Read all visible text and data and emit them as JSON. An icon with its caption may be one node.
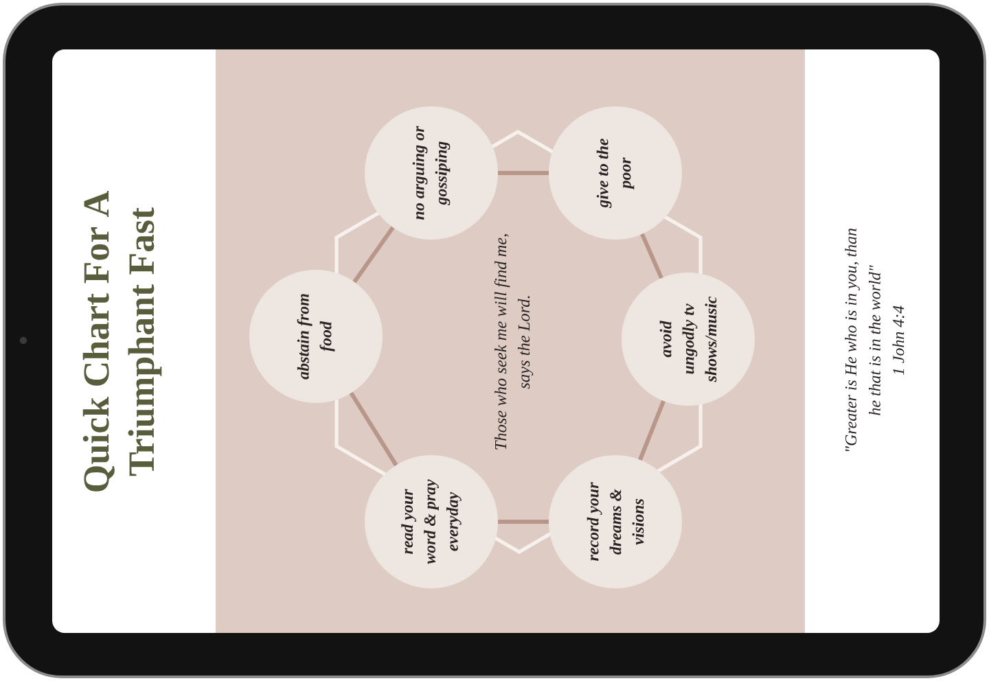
{
  "diagram": {
    "title": "Quick Chart For A Triumphant Fast",
    "nodes": [
      {
        "text": [
          "abstain from food"
        ]
      },
      {
        "text": [
          "no arguing or gossiping"
        ]
      },
      {
        "text": [
          "give to the poor"
        ]
      },
      {
        "text": [
          "avoid ungodly tv shows/music"
        ]
      },
      {
        "text": [
          "record your dreams & visions"
        ]
      },
      {
        "text": [
          "read your word & pray everyday"
        ]
      }
    ],
    "edges": [
      {
        "from": 0,
        "to": 1,
        "arrow": "none"
      },
      {
        "from": 1,
        "to": 2,
        "arrow": "none"
      },
      {
        "from": 2,
        "to": 3,
        "arrow": "none"
      },
      {
        "from": 3,
        "to": 4,
        "arrow": "none"
      },
      {
        "from": 4,
        "to": 5,
        "arrow": "none"
      },
      {
        "from": 5,
        "to": 0,
        "arrow": "none"
      }
    ],
    "labels": [
      "Those who seek me will find me, says the Lord.",
      "\"Greater is He who is in you, than he that is in the world\"",
      "1 John 4:4"
    ]
  }
}
